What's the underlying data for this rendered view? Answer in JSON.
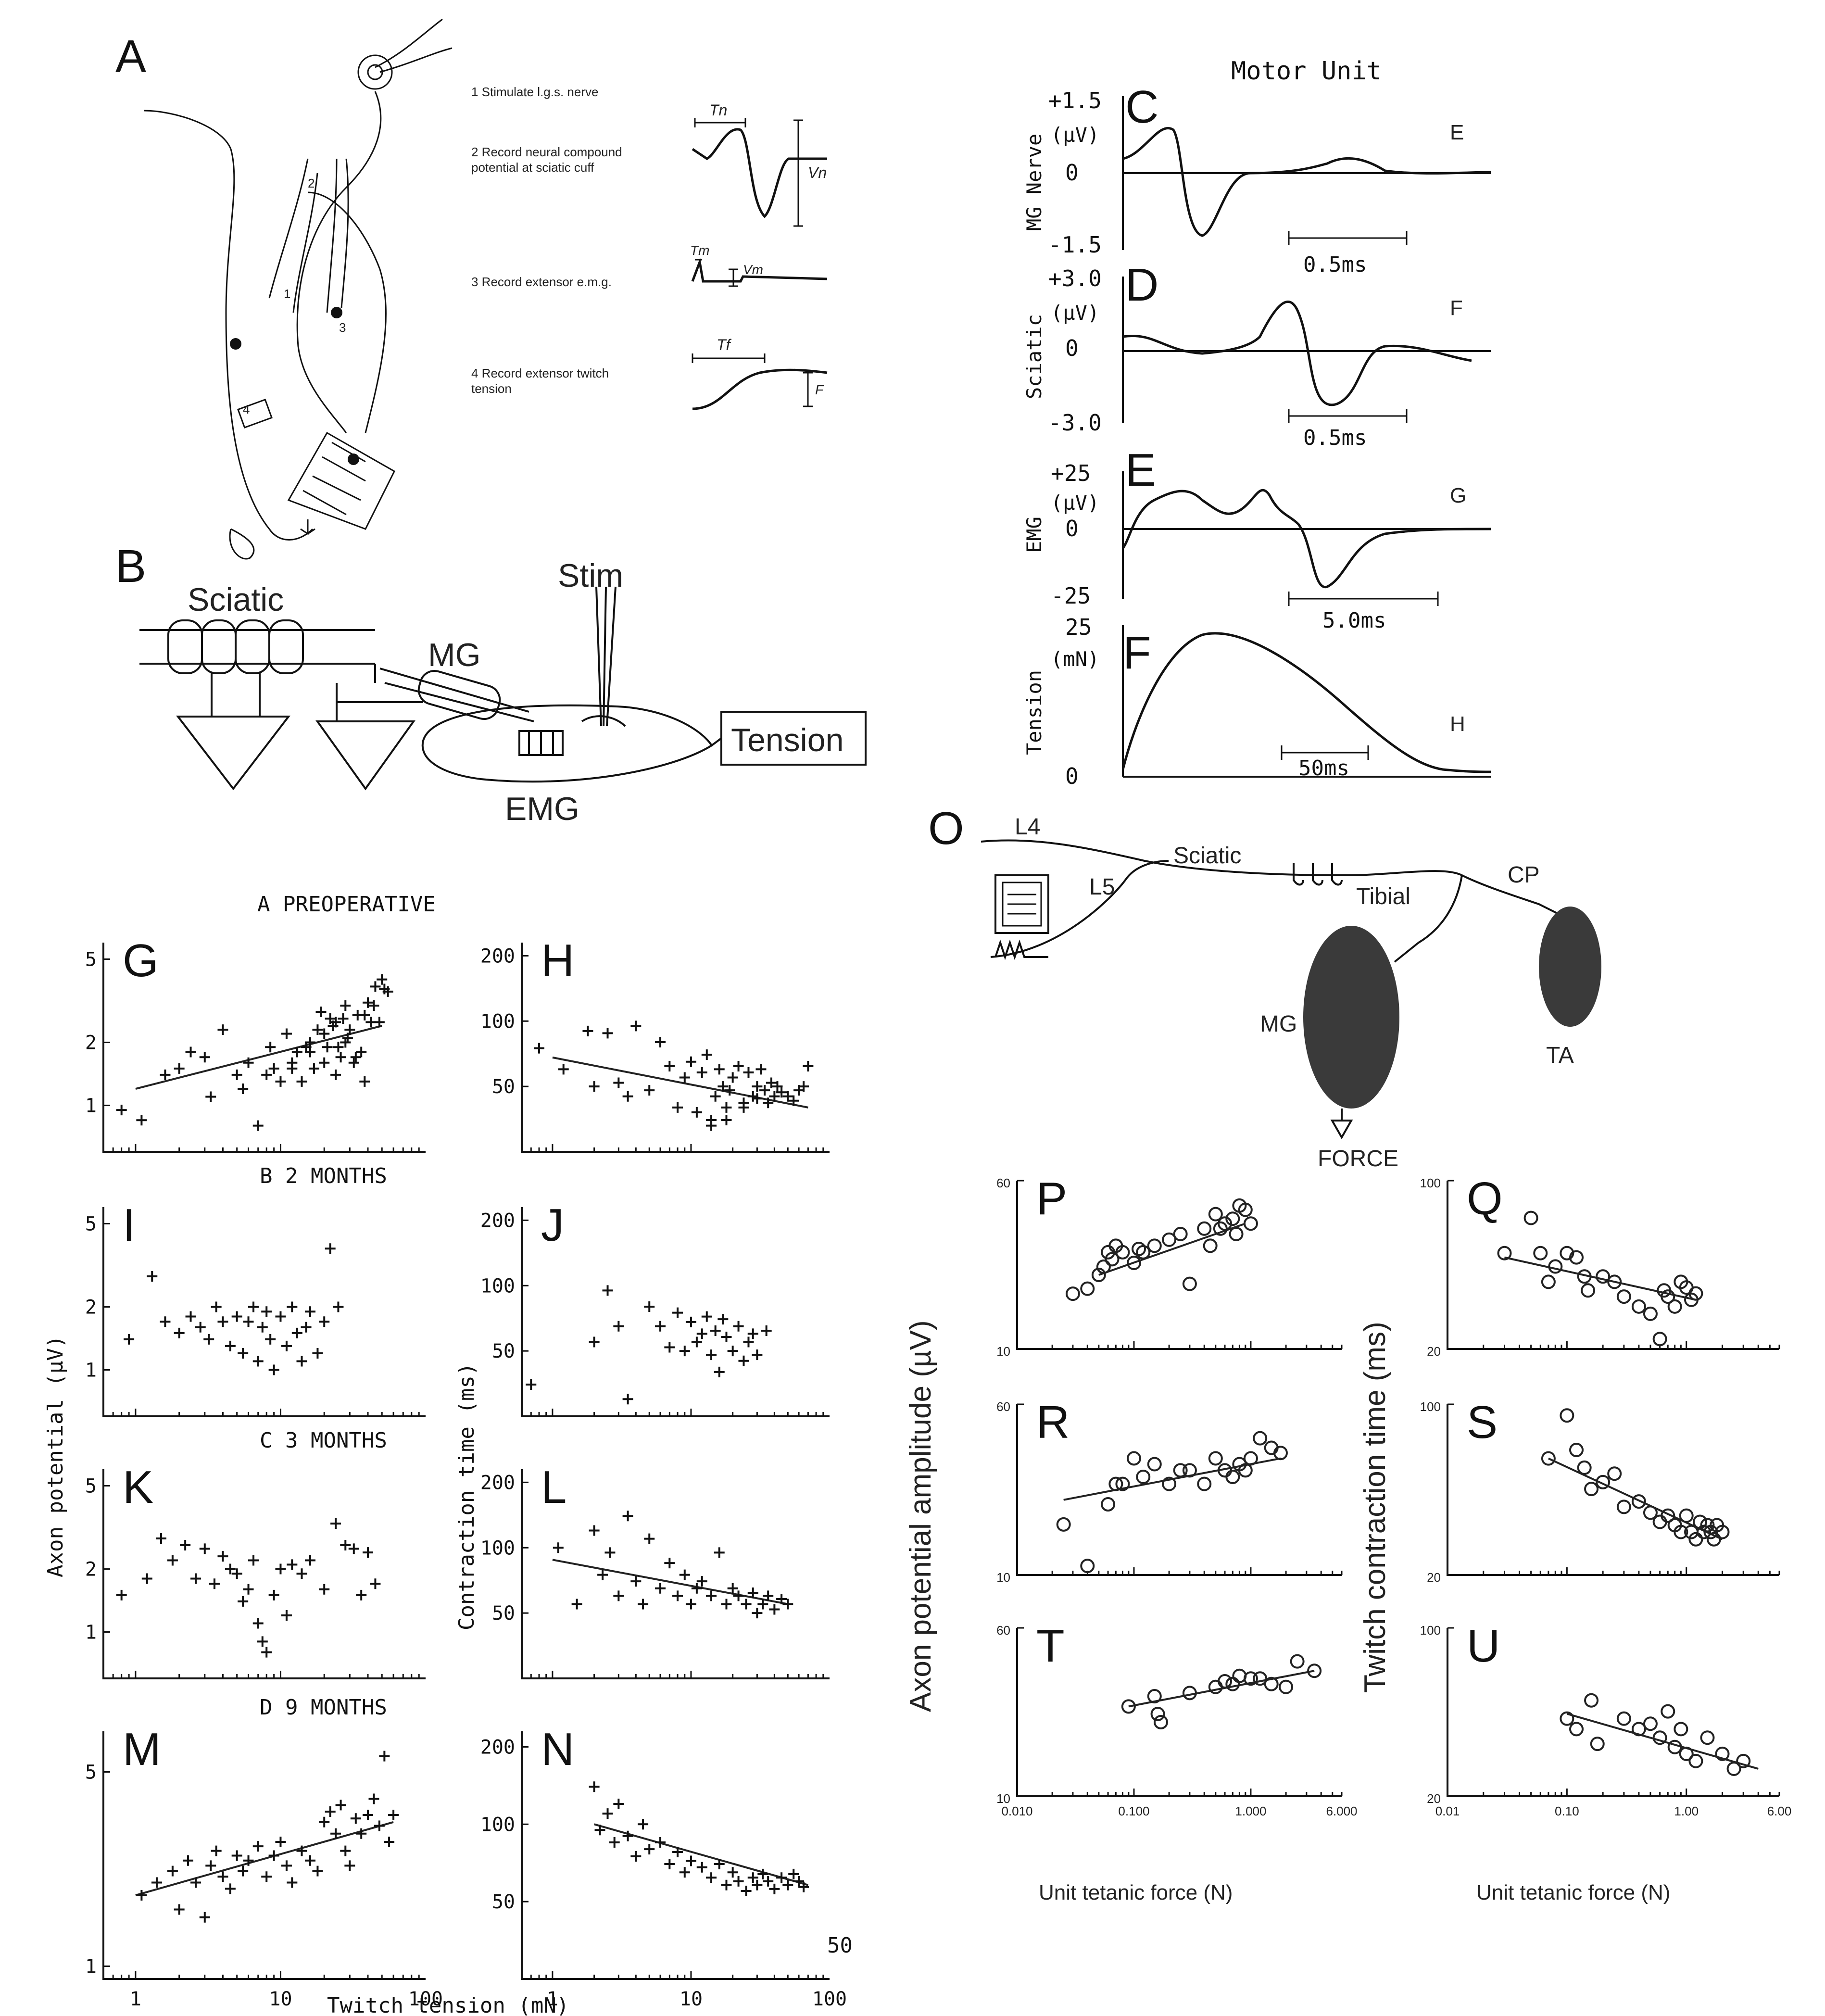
{
  "panel_letters": [
    "A",
    "B",
    "C",
    "D",
    "E",
    "F",
    "G",
    "H",
    "I",
    "J",
    "K",
    "L",
    "M",
    "N",
    "O",
    "P",
    "Q",
    "R",
    "S",
    "T",
    "U"
  ],
  "panelA": {
    "steps": [
      "1 Stimulate l.g.s. nerve",
      "2 Record neural compound potential at sciatic cuff",
      "3 Record extensor e.m.g.",
      "4 Record extensor twitch tension"
    ],
    "symbols": [
      "Tn",
      "Vn",
      "Tm",
      "Vm",
      "Tf",
      "F"
    ],
    "diagram_numbers": [
      "1",
      "2",
      "3",
      "4"
    ]
  },
  "panelB": {
    "labels": {
      "sciatic": "Sciatic",
      "stim": "Stim",
      "mg": "MG",
      "emg": "EMG",
      "tension": "Tension"
    }
  },
  "motor_unit": {
    "title": "Motor Unit",
    "traces": [
      {
        "panel": "C",
        "ylabel": "MG Nerve",
        "unit": "(µV)",
        "top": "+1.5",
        "zero": "0",
        "bottom": "-1.5",
        "scale": "0.5ms",
        "side": "E"
      },
      {
        "panel": "D",
        "ylabel": "Sciatic",
        "unit": "(µV)",
        "top": "+3.0",
        "zero": "0",
        "bottom": "-3.0",
        "scale": "0.5ms",
        "side": "F"
      },
      {
        "panel": "E",
        "ylabel": "EMG",
        "unit": "(µV)",
        "top": "+25",
        "zero": "0",
        "bottom": "-25",
        "scale": "5.0ms",
        "side": "G"
      },
      {
        "panel": "F",
        "ylabel": "Tension",
        "unit": "(mN)",
        "top": "25",
        "zero": "0",
        "bottom": "",
        "scale": "50ms",
        "side": "H"
      }
    ]
  },
  "panelO": {
    "labels": {
      "l4": "L4",
      "l5": "L5",
      "sciatic": "Sciatic",
      "tibial": "Tibial",
      "cp": "CP",
      "mg": "MG",
      "ta": "TA",
      "force": "FORCE"
    }
  },
  "cat_plots": {
    "group_titles": [
      "A  PREOPERATIVE",
      "B  2 MONTHS",
      "C  3 MONTHS",
      "D  9 MONTHS"
    ],
    "left_ylabel": "Axon potential (µV)",
    "right_ylabel": "Contraction time (ms)",
    "xlabel": "Twitch tension (mN)",
    "left_yticks": [
      "5",
      "2",
      "1"
    ],
    "right_yticks": [
      "200",
      "100",
      "50"
    ],
    "xticks": [
      "1",
      "10",
      "100"
    ],
    "stray_text": "50"
  },
  "rat_plots": {
    "left_ylabel": "Axon potential amplitude (µV)",
    "right_ylabel": "Twitch contraction time (ms)",
    "xlabel": "Unit tetanic force (N)",
    "left_yticks": [
      "60",
      "10"
    ],
    "right_yticks": [
      "100",
      "20"
    ],
    "left_xticks": [
      "0.010",
      "0.100",
      "1.000",
      "6.000"
    ],
    "right_xticks": [
      "0.01",
      "0.10",
      "1.00",
      "6.00"
    ]
  },
  "chart_data": [
    {
      "panel": "G",
      "type": "scatter",
      "xscale": "log",
      "yscale": "log",
      "xlim": [
        0.6,
        100
      ],
      "ylim": [
        0.6,
        6
      ],
      "marker": "cross",
      "x": [
        0.8,
        1.1,
        1.6,
        2,
        2.4,
        3,
        3.3,
        4,
        5,
        6,
        7,
        8,
        9,
        10,
        11,
        12,
        13,
        14,
        15,
        16,
        17,
        18,
        19,
        20,
        21,
        22,
        23,
        24,
        25,
        26,
        27,
        28,
        29,
        30,
        32,
        34,
        36,
        38,
        40,
        42,
        45,
        48,
        50,
        52,
        55,
        5.5,
        8.5,
        12,
        16,
        20,
        24,
        28,
        33,
        38,
        44
      ],
      "y": [
        0.95,
        0.85,
        1.4,
        1.5,
        1.8,
        1.7,
        1.1,
        2.3,
        1.4,
        1.6,
        0.8,
        1.4,
        1.5,
        1.3,
        2.2,
        1.6,
        1.8,
        1.3,
        1.9,
        2.0,
        1.5,
        2.3,
        2.8,
        2.2,
        1.9,
        2.6,
        2.4,
        1.4,
        1.9,
        1.7,
        2.6,
        3.0,
        2.1,
        2.3,
        1.6,
        2.7,
        1.8,
        1.3,
        3.1,
        2.5,
        3.7,
        2.5,
        4.0,
        3.6,
        3.5,
        1.2,
        1.9,
        1.5,
        1.8,
        1.6,
        2.5,
        2.0,
        1.7,
        2.7,
        3.0
      ],
      "fit": {
        "x": [
          1,
          50
        ],
        "y": [
          1.2,
          2.4
        ]
      }
    },
    {
      "panel": "H",
      "type": "scatter",
      "xscale": "log",
      "yscale": "log",
      "xlim": [
        0.6,
        100
      ],
      "ylim": [
        25,
        230
      ],
      "marker": "cross",
      "x": [
        0.8,
        1.2,
        1.8,
        2,
        2.5,
        3,
        3.5,
        4,
        5,
        6,
        7,
        8,
        9,
        10,
        11,
        12,
        13,
        14,
        15,
        16,
        17,
        18,
        19,
        20,
        22,
        24,
        26,
        28,
        30,
        32,
        34,
        36,
        38,
        40,
        42,
        45,
        50,
        55,
        60,
        65,
        70,
        14,
        18,
        24,
        30
      ],
      "y": [
        75,
        60,
        90,
        50,
        88,
        52,
        45,
        95,
        48,
        80,
        62,
        40,
        55,
        65,
        38,
        58,
        70,
        35,
        45,
        60,
        50,
        40,
        48,
        55,
        62,
        42,
        58,
        45,
        50,
        60,
        48,
        42,
        52,
        45,
        50,
        47,
        45,
        43,
        48,
        50,
        62,
        33,
        35,
        40,
        44
      ],
      "fit": {
        "x": [
          1,
          70
        ],
        "y": [
          68,
          40
        ]
      }
    },
    {
      "panel": "I",
      "type": "scatter",
      "xscale": "log",
      "yscale": "log",
      "xlim": [
        0.6,
        100
      ],
      "ylim": [
        0.6,
        6
      ],
      "marker": "cross",
      "x": [
        0.9,
        1.3,
        1.6,
        2,
        2.4,
        2.8,
        3.2,
        3.6,
        4,
        4.5,
        5,
        5.5,
        6,
        6.5,
        7,
        7.5,
        8,
        8.5,
        9,
        10,
        11,
        12,
        13,
        14,
        15,
        16,
        18,
        20,
        22,
        25
      ],
      "y": [
        1.4,
        2.8,
        1.7,
        1.5,
        1.8,
        1.6,
        1.4,
        2.0,
        1.7,
        1.3,
        1.8,
        1.2,
        1.7,
        2.0,
        1.1,
        1.6,
        1.9,
        1.4,
        1.0,
        1.8,
        1.3,
        2.0,
        1.5,
        1.1,
        1.6,
        1.9,
        1.2,
        1.7,
        3.8,
        2.0
      ]
    },
    {
      "panel": "J",
      "type": "scatter",
      "xscale": "log",
      "yscale": "log",
      "xlim": [
        0.6,
        100
      ],
      "ylim": [
        25,
        230
      ],
      "marker": "cross",
      "x": [
        0.7,
        2,
        2.5,
        3,
        3.5,
        5,
        6,
        7,
        8,
        9,
        10,
        11,
        12,
        13,
        14,
        15,
        16,
        17,
        18,
        20,
        22,
        24,
        26,
        28,
        30,
        35
      ],
      "y": [
        35,
        55,
        95,
        65,
        30,
        80,
        65,
        52,
        75,
        50,
        68,
        55,
        60,
        72,
        48,
        62,
        40,
        70,
        58,
        50,
        65,
        45,
        55,
        60,
        48,
        62
      ]
    },
    {
      "panel": "K",
      "type": "scatter",
      "xscale": "log",
      "yscale": "log",
      "xlim": [
        0.6,
        100
      ],
      "ylim": [
        0.6,
        6
      ],
      "marker": "cross",
      "x": [
        0.8,
        1.2,
        1.5,
        1.8,
        2.2,
        2.6,
        3,
        3.5,
        4,
        4.5,
        5,
        5.5,
        6,
        6.5,
        7,
        7.5,
        8,
        9,
        10,
        11,
        12,
        14,
        16,
        20,
        24,
        28,
        32,
        36,
        40,
        45
      ],
      "y": [
        1.5,
        1.8,
        2.8,
        2.2,
        2.6,
        1.8,
        2.5,
        1.7,
        2.3,
        2.0,
        1.9,
        1.4,
        1.6,
        2.2,
        1.1,
        0.9,
        0.8,
        1.5,
        2.0,
        1.2,
        2.1,
        1.9,
        2.2,
        1.6,
        3.3,
        2.6,
        2.5,
        1.5,
        2.4,
        1.7
      ]
    },
    {
      "panel": "L",
      "type": "scatter",
      "xscale": "log",
      "yscale": "log",
      "xlim": [
        0.6,
        100
      ],
      "ylim": [
        25,
        230
      ],
      "marker": "cross",
      "x": [
        1.1,
        1.5,
        2,
        2.3,
        2.6,
        3,
        3.5,
        4,
        4.5,
        5,
        6,
        7,
        8,
        9,
        10,
        11,
        12,
        14,
        16,
        18,
        20,
        22,
        25,
        28,
        30,
        33,
        36,
        40,
        45,
        50
      ],
      "y": [
        100,
        55,
        120,
        75,
        95,
        60,
        140,
        70,
        55,
        110,
        65,
        85,
        60,
        75,
        55,
        65,
        70,
        60,
        95,
        55,
        65,
        60,
        55,
        62,
        50,
        55,
        60,
        52,
        58,
        55
      ],
      "fit": {
        "x": [
          1,
          50
        ],
        "y": [
          88,
          55
        ]
      }
    },
    {
      "panel": "M",
      "type": "scatter",
      "xscale": "log",
      "yscale": "log",
      "xlim": [
        0.6,
        100
      ],
      "ylim": [
        0.9,
        7
      ],
      "marker": "cross",
      "x": [
        1.1,
        1.4,
        1.8,
        2,
        2.3,
        2.6,
        3,
        3.3,
        3.6,
        4,
        4.5,
        5,
        5.5,
        6,
        7,
        8,
        9,
        10,
        11,
        12,
        14,
        16,
        18,
        20,
        22,
        24,
        26,
        28,
        30,
        33,
        36,
        40,
        44,
        48,
        52,
        56,
        60
      ],
      "y": [
        1.8,
        2.0,
        2.2,
        1.6,
        2.4,
        2.0,
        1.5,
        2.3,
        2.6,
        2.1,
        1.9,
        2.5,
        2.2,
        2.4,
        2.7,
        2.1,
        2.5,
        2.8,
        2.3,
        2.0,
        2.6,
        2.4,
        2.2,
        3.3,
        3.6,
        3.0,
        3.8,
        2.6,
        2.3,
        3.4,
        3.0,
        3.5,
        4.0,
        3.2,
        5.7,
        2.8,
        3.5
      ],
      "fit": {
        "x": [
          1,
          60
        ],
        "y": [
          1.8,
          3.3
        ]
      }
    },
    {
      "panel": "N",
      "type": "scatter",
      "xscale": "log",
      "yscale": "log",
      "xlim": [
        0.6,
        100
      ],
      "ylim": [
        25,
        230
      ],
      "marker": "cross",
      "x": [
        2,
        2.2,
        2.5,
        2.8,
        3,
        3.5,
        4,
        4.5,
        5,
        6,
        7,
        8,
        9,
        10,
        12,
        14,
        16,
        18,
        20,
        22,
        25,
        28,
        30,
        33,
        36,
        40,
        45,
        50,
        55,
        60,
        65
      ],
      "y": [
        140,
        95,
        110,
        85,
        120,
        90,
        75,
        100,
        80,
        85,
        70,
        78,
        65,
        72,
        68,
        62,
        70,
        58,
        65,
        60,
        55,
        62,
        58,
        64,
        60,
        56,
        62,
        58,
        64,
        60,
        57
      ],
      "fit": {
        "x": [
          2,
          70
        ],
        "y": [
          100,
          58
        ]
      }
    },
    {
      "panel": "P",
      "type": "scatter",
      "xscale": "log",
      "yscale": "log",
      "xlim": [
        0.01,
        6
      ],
      "ylim": [
        10,
        60
      ],
      "marker": "circle",
      "x": [
        0.03,
        0.04,
        0.05,
        0.055,
        0.06,
        0.065,
        0.07,
        0.08,
        0.1,
        0.11,
        0.12,
        0.15,
        0.2,
        0.25,
        0.3,
        0.4,
        0.45,
        0.5,
        0.55,
        0.6,
        0.7,
        0.75,
        0.8,
        0.9,
        1.0
      ],
      "y": [
        18,
        19,
        22,
        24,
        28,
        26,
        30,
        28,
        25,
        29,
        28,
        30,
        32,
        34,
        20,
        36,
        30,
        42,
        36,
        38,
        40,
        34,
        46,
        44,
        38
      ],
      "fit": {
        "x": [
          0.05,
          0.9
        ],
        "y": [
          22,
          38
        ]
      }
    },
    {
      "panel": "Q",
      "type": "scatter",
      "xscale": "log",
      "yscale": "log",
      "xlim": [
        0.01,
        6
      ],
      "ylim": [
        20,
        100
      ],
      "marker": "circle",
      "x": [
        0.03,
        0.05,
        0.06,
        0.07,
        0.08,
        0.1,
        0.12,
        0.14,
        0.15,
        0.2,
        0.25,
        0.3,
        0.4,
        0.5,
        0.6,
        0.65,
        0.7,
        0.8,
        0.9,
        1.0,
        1.1,
        1.2
      ],
      "y": [
        50,
        70,
        50,
        38,
        44,
        50,
        48,
        40,
        35,
        40,
        38,
        33,
        30,
        28,
        22,
        35,
        33,
        30,
        38,
        36,
        32,
        34
      ],
      "fit": {
        "x": [
          0.03,
          1.2
        ],
        "y": [
          48,
          32
        ]
      }
    },
    {
      "panel": "R",
      "type": "scatter",
      "xscale": "log",
      "yscale": "log",
      "xlim": [
        0.01,
        6
      ],
      "ylim": [
        10,
        60
      ],
      "marker": "circle",
      "x": [
        0.025,
        0.04,
        0.06,
        0.07,
        0.08,
        0.1,
        0.12,
        0.15,
        0.2,
        0.25,
        0.3,
        0.4,
        0.5,
        0.6,
        0.7,
        0.8,
        0.9,
        1.0,
        1.2,
        1.5,
        1.8
      ],
      "y": [
        17,
        11,
        21,
        26,
        26,
        34,
        28,
        32,
        26,
        30,
        30,
        26,
        34,
        30,
        28,
        32,
        30,
        34,
        42,
        38,
        36
      ],
      "fit": {
        "x": [
          0.025,
          1.8
        ],
        "y": [
          22,
          34
        ]
      }
    },
    {
      "panel": "S",
      "type": "scatter",
      "xscale": "log",
      "yscale": "log",
      "xlim": [
        0.01,
        6
      ],
      "ylim": [
        20,
        100
      ],
      "marker": "circle",
      "x": [
        0.07,
        0.1,
        0.12,
        0.14,
        0.16,
        0.2,
        0.25,
        0.3,
        0.4,
        0.5,
        0.6,
        0.7,
        0.8,
        0.9,
        1.0,
        1.1,
        1.2,
        1.3,
        1.4,
        1.5,
        1.6,
        1.7,
        1.8,
        2.0
      ],
      "y": [
        60,
        90,
        65,
        55,
        45,
        48,
        52,
        38,
        40,
        36,
        33,
        35,
        32,
        30,
        35,
        30,
        28,
        33,
        30,
        32,
        30,
        28,
        32,
        30
      ],
      "fit": {
        "x": [
          0.07,
          2
        ],
        "y": [
          60,
          28
        ]
      }
    },
    {
      "panel": "T",
      "type": "scatter",
      "xscale": "log",
      "yscale": "log",
      "xlim": [
        0.01,
        6
      ],
      "ylim": [
        10,
        60
      ],
      "marker": "circle",
      "x": [
        0.09,
        0.15,
        0.16,
        0.17,
        0.3,
        0.5,
        0.6,
        0.7,
        0.8,
        1.0,
        1.2,
        1.5,
        2.0,
        2.5,
        3.5
      ],
      "y": [
        26,
        29,
        24,
        22,
        30,
        32,
        34,
        33,
        36,
        35,
        35,
        33,
        32,
        42,
        38
      ],
      "fit": {
        "x": [
          0.09,
          3.5
        ],
        "y": [
          26,
          38
        ]
      }
    },
    {
      "panel": "U",
      "type": "scatter",
      "xscale": "log",
      "yscale": "log",
      "xlim": [
        0.01,
        6
      ],
      "ylim": [
        20,
        100
      ],
      "marker": "circle",
      "x": [
        0.1,
        0.12,
        0.16,
        0.18,
        0.3,
        0.4,
        0.5,
        0.6,
        0.7,
        0.8,
        0.9,
        1.0,
        1.2,
        1.5,
        2.0,
        2.5,
        3.0
      ],
      "y": [
        42,
        38,
        50,
        33,
        42,
        38,
        40,
        35,
        45,
        32,
        38,
        30,
        28,
        35,
        30,
        26,
        28
      ],
      "fit": {
        "x": [
          0.1,
          4
        ],
        "y": [
          44,
          26
        ]
      }
    }
  ]
}
